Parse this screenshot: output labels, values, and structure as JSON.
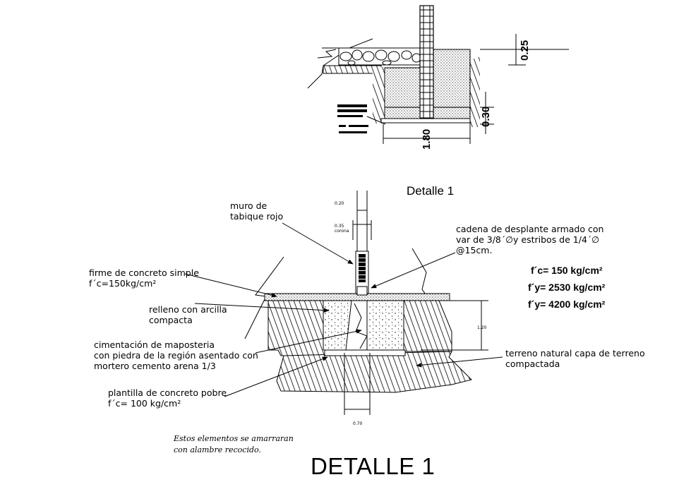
{
  "detail_label": "Detalle 1",
  "main_title": "DETALLE 1",
  "top_section": {
    "dim_025": "0.25",
    "dim_030": "0.30",
    "dim_180": "1.80"
  },
  "dims": {
    "wall_width": "0.20",
    "crown_width": "0.35",
    "crown_word": "corona",
    "depth": "1.20",
    "base_width": "0.70"
  },
  "labels": {
    "muro": [
      "muro de",
      "tabique rojo"
    ],
    "cadena": [
      "cadena de desplante armado con",
      "var de 3/8´∅y estribos de 1/4´∅",
      "@15cm."
    ],
    "firme": [
      "firme de concreto simple",
      "f´c=150kg/cm²"
    ],
    "relleno": [
      "relleno con arcilla",
      "compacta"
    ],
    "cimentacion": [
      "cimentación de maposteria",
      "con piedra de la región asentado con",
      "mortero cemento arena 1/3"
    ],
    "plantilla": [
      "plantilla de concreto pobre",
      "f´c= 100 kg/cm²"
    ],
    "terreno": [
      "terreno natural capa de terreno",
      "compactada"
    ]
  },
  "specs": [
    "f´c= 150 kg/cm²",
    "f´y= 2530 kg/cm²",
    "f´y= 4200 kg/cm²"
  ],
  "note": [
    "Estos elementos se amarraran",
    "con alambre recocido."
  ]
}
